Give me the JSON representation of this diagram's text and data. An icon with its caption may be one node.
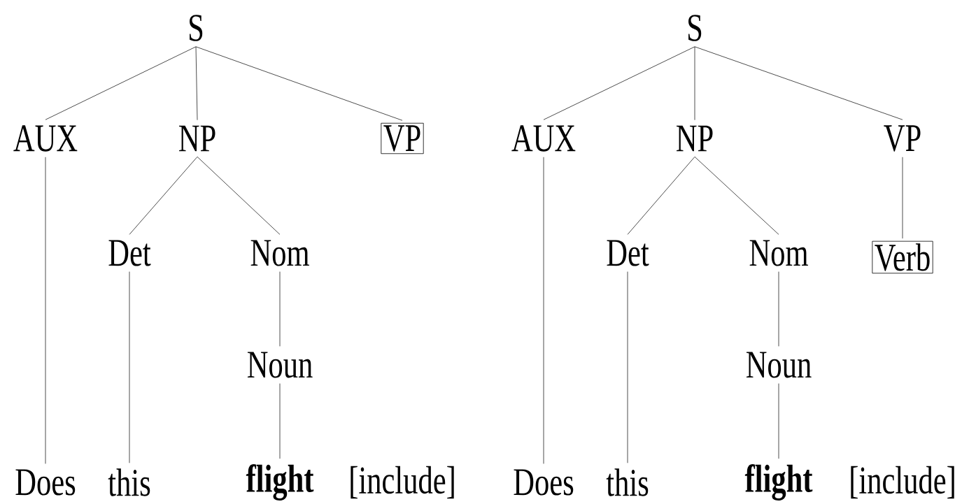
{
  "diagram": {
    "nodes": [
      {
        "text": [
          "S"
        ]
      },
      {
        "text": [
          "AUX"
        ]
      },
      {
        "text": [
          "NP"
        ]
      },
      {
        "text": [
          "VP"
        ]
      },
      {
        "text": [
          "Det"
        ]
      },
      {
        "text": [
          "Nom"
        ]
      },
      {
        "text": [
          "Noun"
        ]
      },
      {
        "text": [
          "Does"
        ]
      },
      {
        "text": [
          "this"
        ]
      },
      {
        "text": [
          "flight"
        ]
      },
      {
        "text": [
          "S"
        ]
      },
      {
        "text": [
          "AUX"
        ]
      },
      {
        "text": [
          "NP"
        ]
      },
      {
        "text": [
          "VP"
        ]
      },
      {
        "text": [
          "Det"
        ]
      },
      {
        "text": [
          "Nom"
        ]
      },
      {
        "text": [
          "Verb"
        ]
      },
      {
        "text": [
          "Noun"
        ]
      },
      {
        "text": [
          "Does"
        ]
      },
      {
        "text": [
          "this"
        ]
      },
      {
        "text": [
          "flight"
        ]
      }
    ],
    "edges": [
      {
        "from": 0,
        "to": 1,
        "arrow": "none"
      },
      {
        "from": 0,
        "to": 2,
        "arrow": "none"
      },
      {
        "from": 0,
        "to": 3,
        "arrow": "none"
      },
      {
        "from": 1,
        "to": 7,
        "arrow": "none"
      },
      {
        "from": 2,
        "to": 4,
        "arrow": "none"
      },
      {
        "from": 2,
        "to": 5,
        "arrow": "none"
      },
      {
        "from": 4,
        "to": 8,
        "arrow": "none"
      },
      {
        "from": 5,
        "to": 6,
        "arrow": "none"
      },
      {
        "from": 6,
        "to": 9,
        "arrow": "none"
      },
      {
        "from": 10,
        "to": 11,
        "arrow": "none"
      },
      {
        "from": 10,
        "to": 12,
        "arrow": "none"
      },
      {
        "from": 10,
        "to": 13,
        "arrow": "none"
      },
      {
        "from": 11,
        "to": 18,
        "arrow": "none"
      },
      {
        "from": 12,
        "to": 14,
        "arrow": "none"
      },
      {
        "from": 12,
        "to": 15,
        "arrow": "none"
      },
      {
        "from": 13,
        "to": 16,
        "arrow": "none"
      },
      {
        "from": 14,
        "to": 19,
        "arrow": "none"
      },
      {
        "from": 15,
        "to": 17,
        "arrow": "none"
      },
      {
        "from": 17,
        "to": 20,
        "arrow": "none"
      }
    ],
    "labels": [
      "[include]",
      "[include]"
    ]
  }
}
